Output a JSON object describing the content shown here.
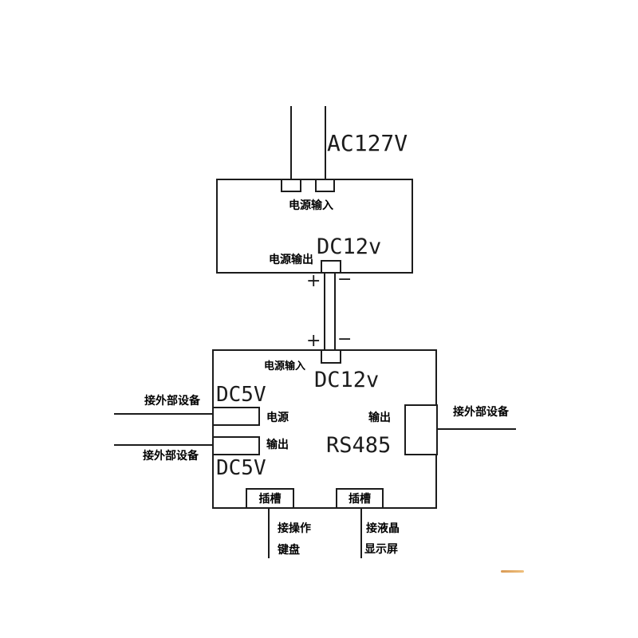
{
  "palette": {
    "ink": "#1c1c1c",
    "accent_dash": "#e7b164"
  },
  "labels": {
    "ac_voltage": "AC127V",
    "psu": {
      "input": "电源输入",
      "dc12v": "DC12v",
      "output": "电源输出"
    },
    "bus": {
      "plus": "+",
      "minus": "−"
    },
    "controller": {
      "input": "电源输入",
      "dc12v": "DC12v",
      "dc5v_top": "DC5V",
      "dc5v_bottom": "DC5V",
      "left_port_power": "电源",
      "left_port_output": "输出",
      "right_port_output": "输出",
      "rs485": "RS485",
      "slot_left": "插槽",
      "slot_right": "插槽"
    },
    "external": {
      "left_device_top": "接外部设备",
      "left_device_bottom": "接外部设备",
      "right_device": "接外部设备",
      "keyboard_line1": "接操作",
      "keyboard_line2": "键盘",
      "lcd_line1": "接液晶",
      "lcd_line2": "显示屏"
    }
  }
}
